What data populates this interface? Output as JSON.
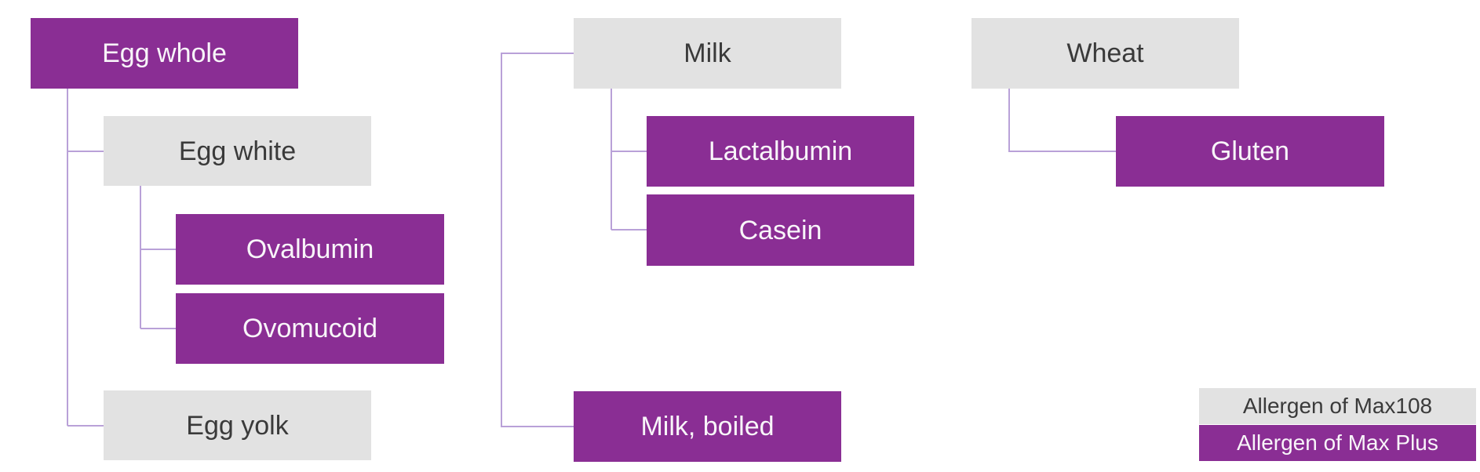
{
  "colors": {
    "background": "#FFFFFF",
    "allergen_max108": "#E2E2E2",
    "allergen_max_plus": "#8A2E94",
    "connector": "#B9A1D8",
    "label_dark": "#3A3A3A",
    "label_light": "#F8F5F9"
  },
  "diagram": {
    "trees": [
      {
        "root": {
          "label": "Egg whole",
          "type": "allergen_max_plus",
          "children": [
            {
              "label": "Egg white",
              "type": "allergen_max108",
              "children": [
                {
                  "label": "Ovalbumin",
                  "type": "allergen_max_plus"
                },
                {
                  "label": "Ovomucoid",
                  "type": "allergen_max_plus"
                }
              ]
            },
            {
              "label": "Egg yolk",
              "type": "allergen_max108"
            }
          ]
        }
      },
      {
        "root": {
          "label": "Milk",
          "type": "allergen_max108",
          "children": [
            {
              "label": "Lactalbumin",
              "type": "allergen_max_plus"
            },
            {
              "label": "Casein",
              "type": "allergen_max_plus"
            },
            {
              "label": "Milk, boiled",
              "type": "allergen_max_plus"
            }
          ]
        }
      },
      {
        "root": {
          "label": "Wheat",
          "type": "allergen_max108",
          "children": [
            {
              "label": "Gluten",
              "type": "allergen_max_plus"
            }
          ]
        }
      }
    ]
  },
  "legend": {
    "items": [
      {
        "label": "Allergen of Max108",
        "swatch": "gray"
      },
      {
        "label": "Allergen of Max Plus",
        "swatch": "purple"
      }
    ]
  }
}
